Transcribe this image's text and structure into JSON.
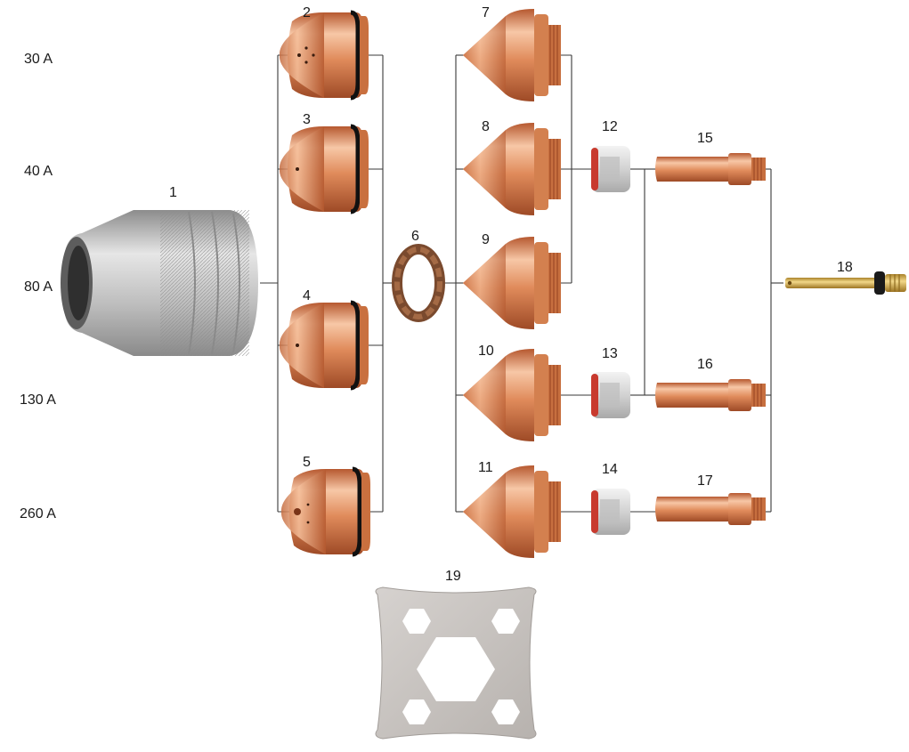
{
  "currents": [
    "30 A",
    "40 A",
    "80 A",
    "130 A",
    "260 A"
  ],
  "parts": {
    "p1": "1",
    "p2": "2",
    "p3": "3",
    "p4": "4",
    "p5": "5",
    "p6": "6",
    "p7": "7",
    "p8": "8",
    "p9": "9",
    "p10": "10",
    "p11": "11",
    "p12": "12",
    "p13": "13",
    "p14": "14",
    "p15": "15",
    "p16": "16",
    "p17": "17",
    "p18": "18",
    "p19": "19"
  },
  "colors": {
    "copper": "#d9794a",
    "copper_light": "#f6c3a0",
    "copper_dark": "#a8502b",
    "steel": "#b9b9b9",
    "brass": "#d8b24a",
    "oring": "#111111",
    "red_ring": "#c83a2e",
    "ceramic": "#8a5a3c",
    "plate": "#c9c5c2"
  }
}
